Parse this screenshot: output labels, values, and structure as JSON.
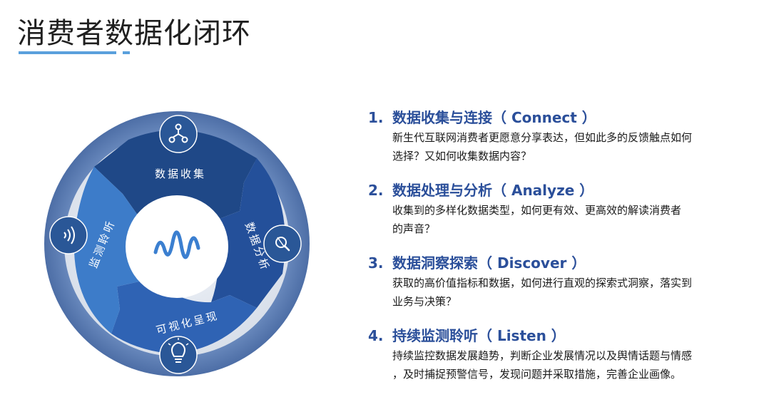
{
  "title": "消费者数据化闭环",
  "diagram": {
    "segments": [
      {
        "label": "数据收集",
        "icon": "share-nodes-icon"
      },
      {
        "label": "数据分析",
        "icon": "magnifier-icon"
      },
      {
        "label": "可视化呈现",
        "icon": "lightbulb-icon"
      },
      {
        "label": "监测聆听",
        "icon": "sound-wave-icon"
      }
    ],
    "center_icon": "wave-logo-icon",
    "colors": {
      "outer_ring": "#5d7fb6",
      "ring_face": "#e6ebf2",
      "segment_collect": "#1f4887",
      "segment_analyze": "#24509a",
      "segment_visualize": "#2f63b4",
      "segment_listen": "#3d7cc9",
      "center_wave": "#3b7fd0"
    }
  },
  "steps": [
    {
      "number": "1.",
      "title": "数据收集与连接（ Connect ）",
      "desc": [
        "新生代互联网消费者更愿意分享表达，但如此多的反馈触点如何",
        "选择？又如何收集数据内容？"
      ]
    },
    {
      "number": "2.",
      "title": "数据处理与分析（ Analyze ）",
      "desc": [
        "收集到的多样化数据类型，如何更有效、更高效的解读消费者",
        "的声音？"
      ]
    },
    {
      "number": "3.",
      "title": "数据洞察探索（ Discover ）",
      "desc": [
        "获取的高价值指标和数据，如何进行直观的探索式洞察，落实到",
        "业务与决策？"
      ]
    },
    {
      "number": "4.",
      "title": "持续监测聆听（ Listen ）",
      "desc": [
        "持续监控数据发展趋势，判断企业发展情况以及舆情话题与情感",
        "，及时捕捉预警信号，发现问题并采取措施，完善企业画像。"
      ]
    }
  ]
}
